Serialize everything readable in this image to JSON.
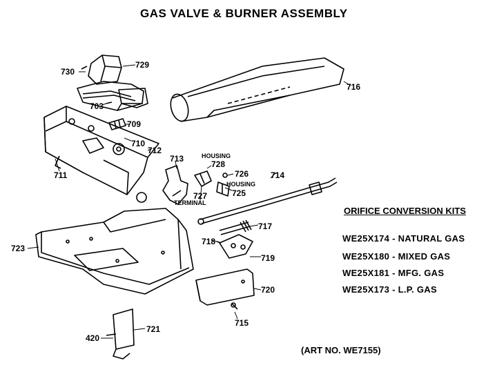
{
  "title": "GAS VALVE & BURNER ASSEMBLY",
  "corner_text": "— —",
  "parts": [
    "730",
    "729",
    "703",
    "716",
    "709",
    "710",
    "712",
    "711",
    "713",
    "728",
    "726",
    "725",
    "727",
    "714",
    "717",
    "718",
    "719",
    "723",
    "720",
    "715",
    "721",
    "420"
  ],
  "callouts": {
    "housing_top": "HOUSING",
    "housing_right": "HOUSING",
    "terminal": "TERMINAL"
  },
  "kits": {
    "title": "ORIFICE CONVERSION KITS",
    "items": [
      "WE25X174 - NATURAL GAS",
      "WE25X180 - MIXED GAS",
      "WE25X181 - MFG. GAS",
      "WE25X173 - L.P. GAS"
    ]
  },
  "art_no": "(ART NO. WE7155)"
}
